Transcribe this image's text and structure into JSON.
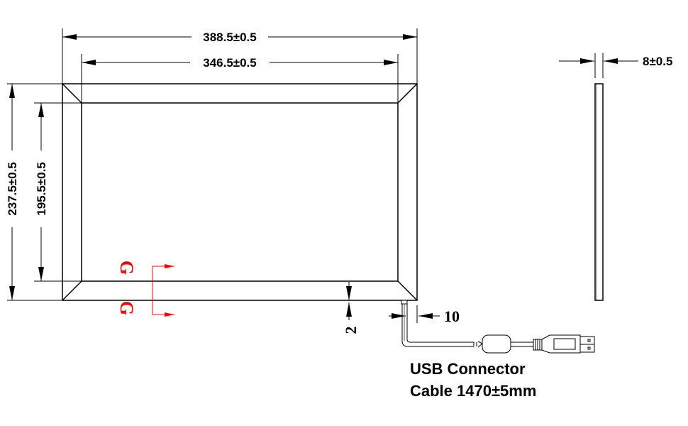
{
  "drawing": {
    "type": "technical-dimension-drawing",
    "subject": "touch frame with USB cable",
    "colors": {
      "line": "#000000",
      "section_marker": "#ff0000",
      "background": "#ffffff"
    }
  },
  "dimensions": {
    "outer_width": "388.5±0.5",
    "inner_width": "346.5±0.5",
    "outer_height": "237.5±0.5",
    "inner_height": "195.5±0.5",
    "thickness": "8±0.5",
    "cable_offset_vertical": "2",
    "cable_offset_horizontal": "10"
  },
  "section_marker": {
    "top_label": "G",
    "bottom_label": "G"
  },
  "cable_label": {
    "line1": "USB Connector",
    "line2": "Cable 1470±5mm"
  }
}
